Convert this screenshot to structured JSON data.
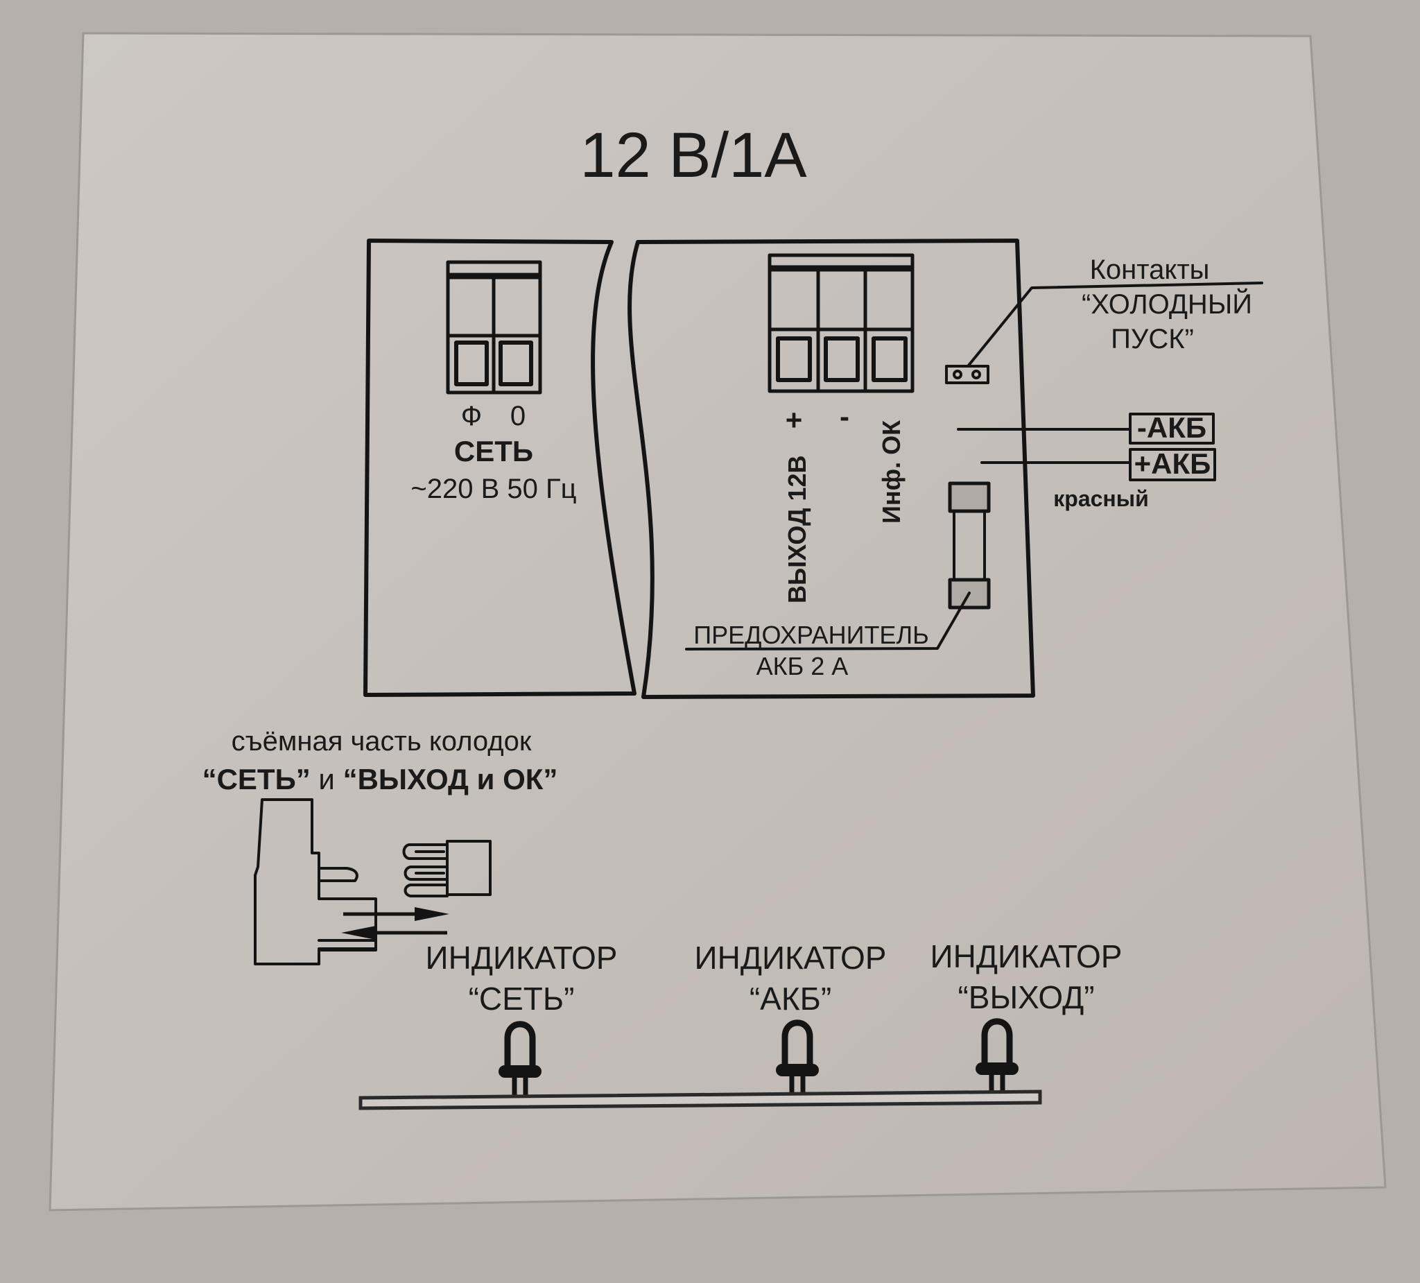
{
  "title": "12 В/1А",
  "mains_block": {
    "terminal_labels": [
      "Ф",
      "0"
    ],
    "name": "СЕТЬ",
    "spec": "~220 В 50 Гц"
  },
  "output_block": {
    "terminal_symbols": [
      "+",
      "-"
    ],
    "output_label": "ВЫХОД 12В",
    "info_label": "Инф. ОК"
  },
  "cold_start": {
    "line1": "Контакты",
    "line2": "“ХОЛОДНЫЙ",
    "line3": "ПУСК”"
  },
  "battery_terminals": {
    "negative": "-АКБ",
    "positive": "+АКБ",
    "positive_wire_color": "красный"
  },
  "fuse": {
    "label": "ПРЕДОХРАНИТЕЛЬ",
    "rating": "АКБ  2 А"
  },
  "removable_caption": {
    "line1": "съёмная часть колодок",
    "line2_part1": "“СЕТЬ”",
    "line2_part2": " и ",
    "line2_part3": "“ВЫХОД и ОК”"
  },
  "indicators": [
    {
      "label": "ИНДИКАТОР",
      "name": "“СЕТЬ”"
    },
    {
      "label": "ИНДИКАТОР",
      "name": "“АКБ”"
    },
    {
      "label": "ИНДИКАТОР",
      "name": "“ВЫХОД”"
    }
  ],
  "colors": {
    "paper": "#c9c4c0",
    "background": "#b6b0ab",
    "ink": "#141414"
  }
}
